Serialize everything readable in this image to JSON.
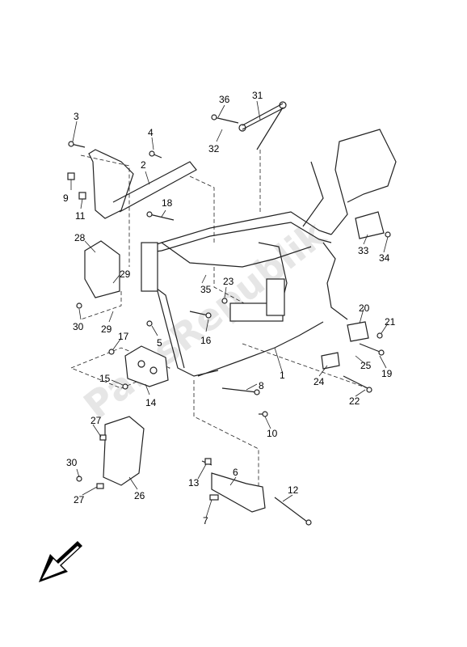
{
  "watermark": "PartsRepublik",
  "callouts": [
    "1",
    "2",
    "3",
    "4",
    "5",
    "6",
    "7",
    "8",
    "9",
    "10",
    "11",
    "12",
    "13",
    "14",
    "15",
    "16",
    "17",
    "18",
    "19",
    "20",
    "21",
    "22",
    "23",
    "24",
    "25",
    "26",
    "27",
    "27",
    "28",
    "29",
    "29",
    "30",
    "30",
    "31",
    "32",
    "33",
    "34",
    "35",
    "36"
  ],
  "colors": {
    "line": "#222222",
    "watermark": "#e6e6e6",
    "background": "#ffffff"
  },
  "icons": {
    "direction": "front-arrow-icon"
  }
}
